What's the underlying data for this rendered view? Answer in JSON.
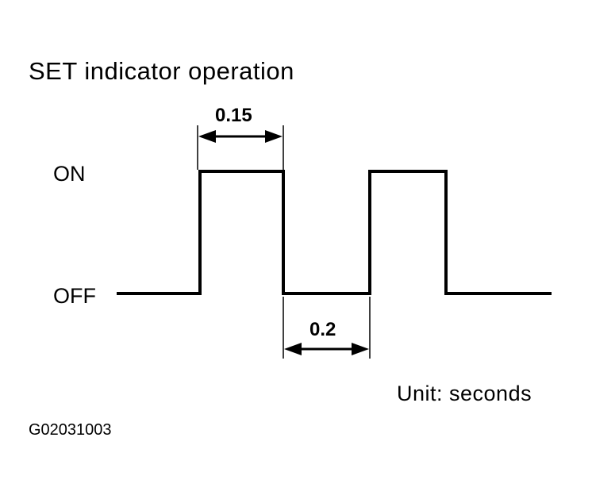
{
  "title": "SET indicator operation",
  "levels": {
    "on": "ON",
    "off": "OFF"
  },
  "dimensions": {
    "on_duration": "0.15",
    "off_duration": "0.2"
  },
  "unit": "Unit: seconds",
  "figure_code": "G02031003",
  "colors": {
    "line": "#000000",
    "background": "#ffffff"
  }
}
